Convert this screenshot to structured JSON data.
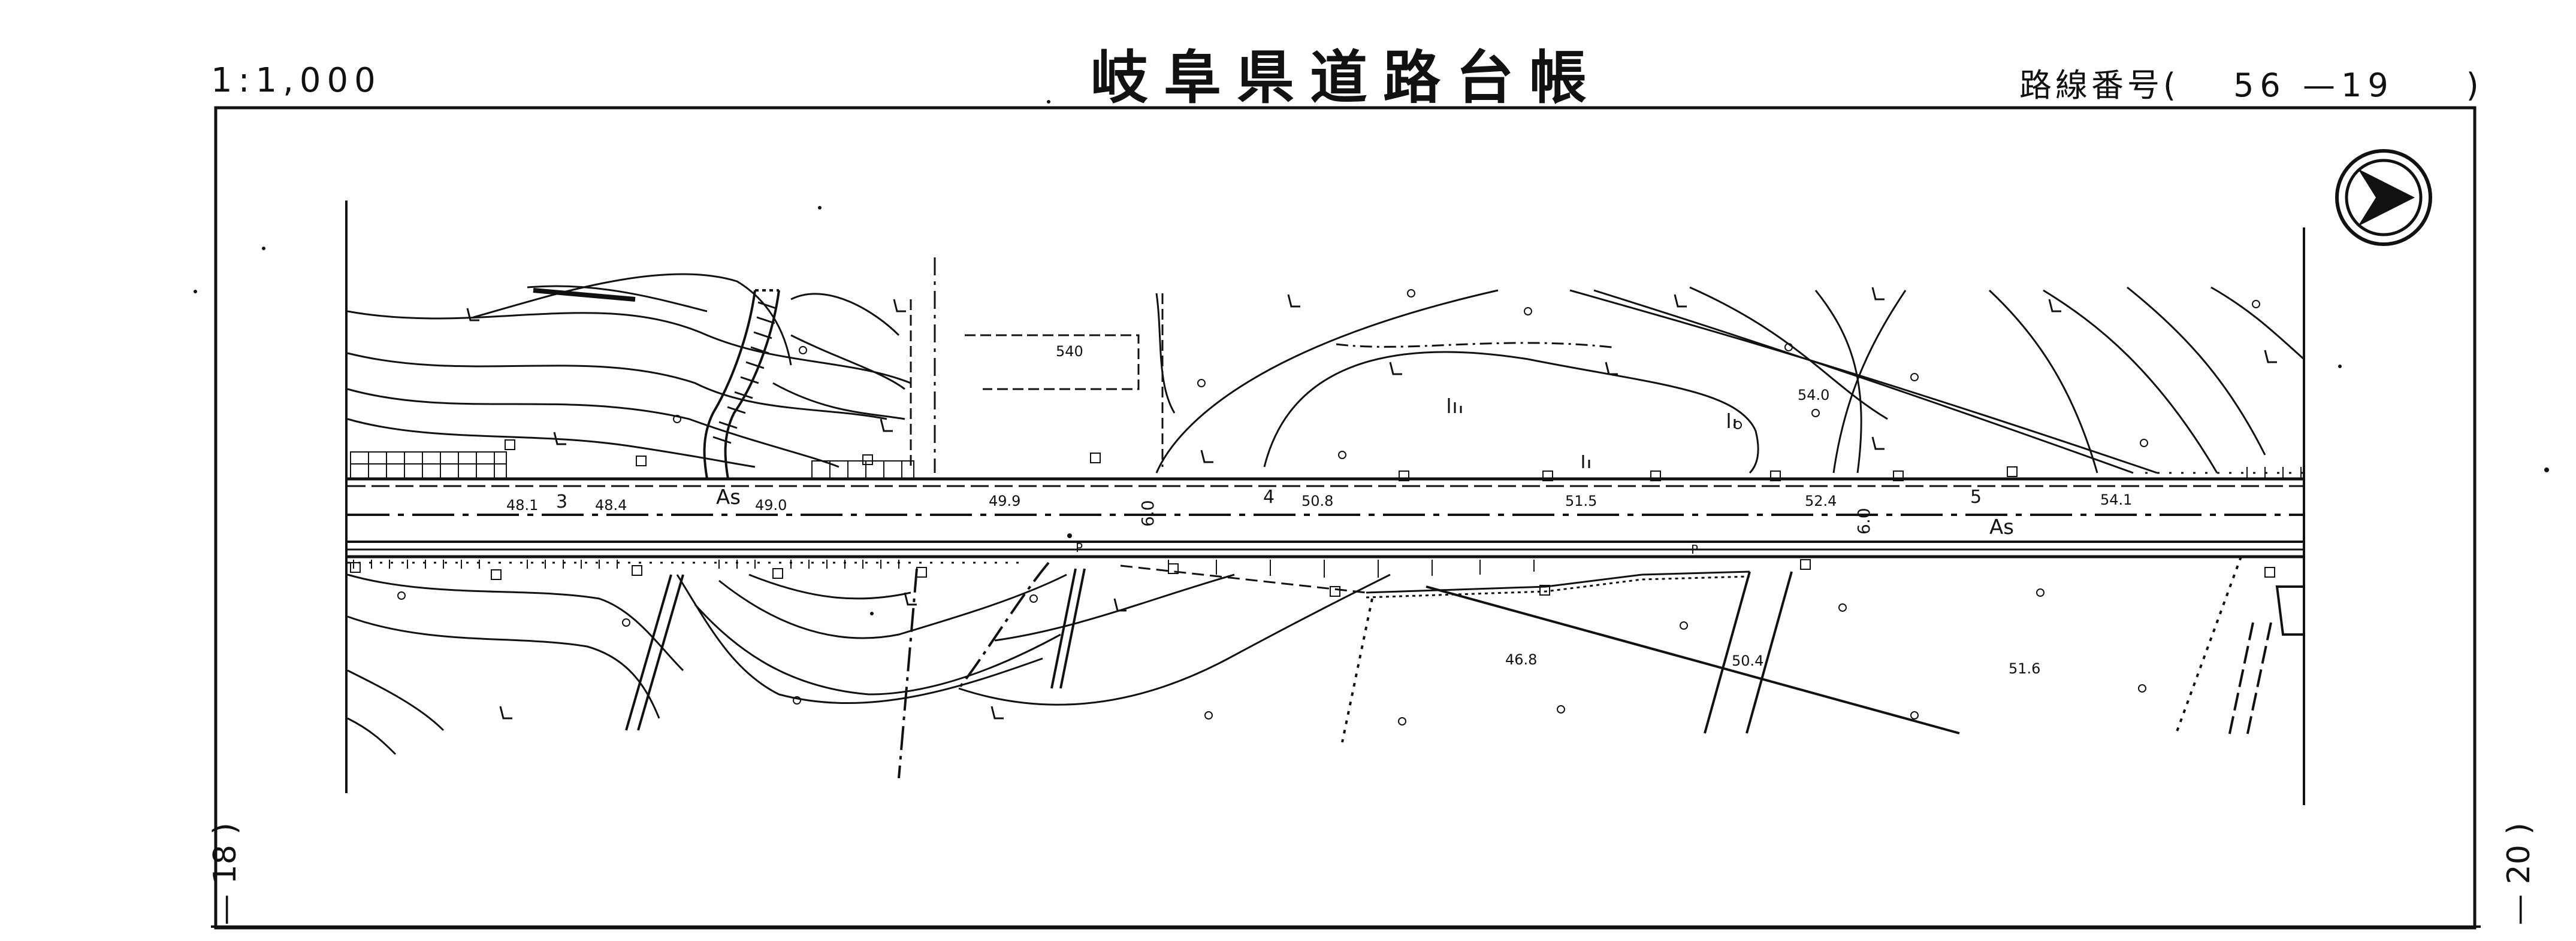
{
  "header": {
    "scale": "1:1,000",
    "title": "岐阜県道路台帳",
    "route_label": "路線番号",
    "route_number": "56 —19",
    "route_open": "(",
    "route_close": ")"
  },
  "side_labels": {
    "left_page": "— 18 )",
    "right_page": "— 20 )"
  },
  "map": {
    "north_arrow": "north-arrow-icon",
    "station_labels": [
      "3",
      "4",
      "5"
    ],
    "elevations_road": [
      "48.1",
      "48.4",
      "49.0",
      "49.9",
      "50.8",
      "51.5",
      "52.4",
      "54.1"
    ],
    "spot_heights": [
      "540",
      "54.0",
      "46.8",
      "50.4",
      "51.6"
    ],
    "pavement_labels": [
      "As",
      "As"
    ],
    "road_width_labels": [
      "6.0",
      "6.0"
    ],
    "pole_labels": [
      "P",
      "P"
    ]
  }
}
